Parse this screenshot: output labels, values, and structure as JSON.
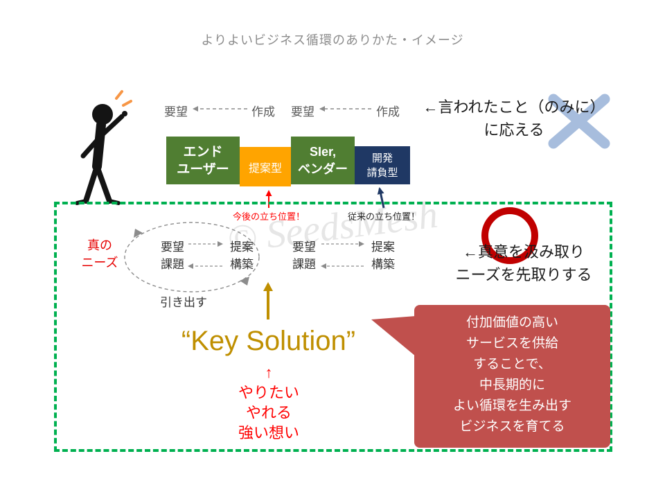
{
  "slide": {
    "title": "よりよいビジネス循環のありかた・イメージ",
    "watermark": "© SeedsMesh"
  },
  "top_flow": {
    "request1": "要望",
    "create1": "作成",
    "request2": "要望",
    "create2": "作成"
  },
  "crossed_note": {
    "line1": "←言われたこと（のみに）",
    "line2": "に応える"
  },
  "actors": {
    "end_user": "エンド\nユーザー",
    "proposal_type": "提案型",
    "sier_vendor": "SIer,\nベンダー",
    "dev_contract_type": "開発\n請負型"
  },
  "positions": {
    "future": "今後の立ち位置！",
    "legacy": "従来の立ち位置！"
  },
  "cycle": {
    "true_needs": "真の\nニーズ",
    "groups": [
      "要望\n課題",
      "提案\n構築",
      "要望\n課題",
      "提案\n構築"
    ],
    "draw_out": "引き出す"
  },
  "insight": {
    "line1": "←真意を汲み取り",
    "line2": "ニーズを先取りする"
  },
  "key_solution": {
    "label": "“Key Solution”",
    "passion": "↑\nやりたい\nやれる\n強い想い"
  },
  "bubble": {
    "text": "付加価値の高い\nサービスを供給\nすることで、\n中長期的に\nよい循環を生み出す\nビジネスを育てる"
  },
  "colors": {
    "green_box": "#507E32",
    "orange_box": "#FFA400",
    "navy_box": "#1F3864",
    "dashed_border_green": "#00B050",
    "red_accent": "#FF0000",
    "ring_red": "#C00000",
    "bubble_red": "#C0504D",
    "gold": "#BF8F00",
    "x_blue": "#A3BADC"
  }
}
